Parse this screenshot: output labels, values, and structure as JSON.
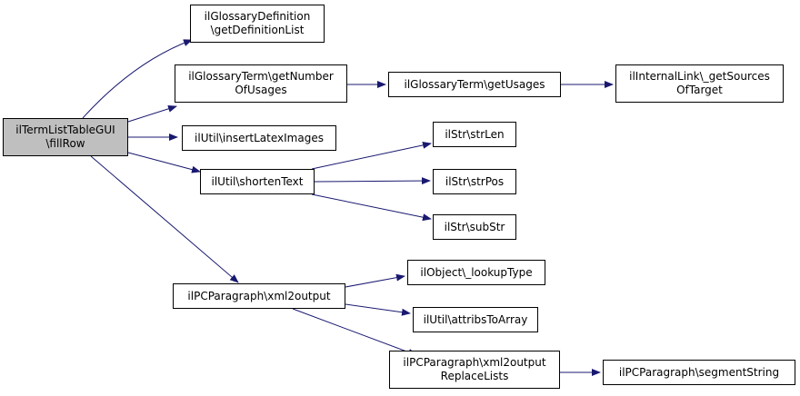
{
  "colors": {
    "edge": "#191970",
    "root_fill": "#bfbfbf",
    "node_fill": "#ffffff",
    "border": "#000000"
  },
  "nodes": [
    {
      "id": "n0",
      "name": "node-iltermlisttablegui-fillrow",
      "lines": [
        "ilTermListTableGUI",
        "\\fillRow"
      ],
      "root": true
    },
    {
      "id": "n1",
      "name": "node-ilglossarydefinition-getdefinitionlist",
      "lines": [
        "ilGlossaryDefinition",
        "\\getDefinitionList"
      ]
    },
    {
      "id": "n2",
      "name": "node-ilglossaryterm-getnumberofusages",
      "lines": [
        "ilGlossaryTerm\\getNumber",
        "OfUsages"
      ]
    },
    {
      "id": "n3",
      "name": "node-ilglossaryterm-getusages",
      "lines": [
        "ilGlossaryTerm\\getUsages"
      ]
    },
    {
      "id": "n4",
      "name": "node-ilinternallink-getsourcesoftarget",
      "lines": [
        "ilInternalLink\\_getSources",
        "OfTarget"
      ]
    },
    {
      "id": "n5",
      "name": "node-ilutil-insertlateximages",
      "lines": [
        "ilUtil\\insertLatexImages"
      ]
    },
    {
      "id": "n6",
      "name": "node-ilutil-shortentext",
      "lines": [
        "ilUtil\\shortenText"
      ]
    },
    {
      "id": "n7",
      "name": "node-ilstr-strlen",
      "lines": [
        "ilStr\\strLen"
      ]
    },
    {
      "id": "n8",
      "name": "node-ilstr-strpos",
      "lines": [
        "ilStr\\strPos"
      ]
    },
    {
      "id": "n9",
      "name": "node-ilstr-substr",
      "lines": [
        "ilStr\\subStr"
      ]
    },
    {
      "id": "n10",
      "name": "node-ilpcparagraph-xml2output",
      "lines": [
        "ilPCParagraph\\xml2output"
      ]
    },
    {
      "id": "n11",
      "name": "node-ilobject-lookuptype",
      "lines": [
        "ilObject\\_lookupType"
      ]
    },
    {
      "id": "n12",
      "name": "node-ilutil-attribstoarray",
      "lines": [
        "ilUtil\\attribsToArray"
      ]
    },
    {
      "id": "n13",
      "name": "node-ilpcparagraph-xml2outputreplacelists",
      "lines": [
        "ilPCParagraph\\xml2output",
        "ReplaceLists"
      ]
    },
    {
      "id": "n14",
      "name": "node-ilpcparagraph-segmentstring",
      "lines": [
        "ilPCParagraph\\segmentString"
      ]
    }
  ],
  "edges": [
    {
      "from": "n0",
      "to": "n1"
    },
    {
      "from": "n0",
      "to": "n2"
    },
    {
      "from": "n0",
      "to": "n5"
    },
    {
      "from": "n0",
      "to": "n6"
    },
    {
      "from": "n0",
      "to": "n10"
    },
    {
      "from": "n2",
      "to": "n3"
    },
    {
      "from": "n3",
      "to": "n4"
    },
    {
      "from": "n6",
      "to": "n7"
    },
    {
      "from": "n6",
      "to": "n8"
    },
    {
      "from": "n6",
      "to": "n9"
    },
    {
      "from": "n10",
      "to": "n11"
    },
    {
      "from": "n10",
      "to": "n12"
    },
    {
      "from": "n10",
      "to": "n13"
    },
    {
      "from": "n13",
      "to": "n14"
    }
  ]
}
